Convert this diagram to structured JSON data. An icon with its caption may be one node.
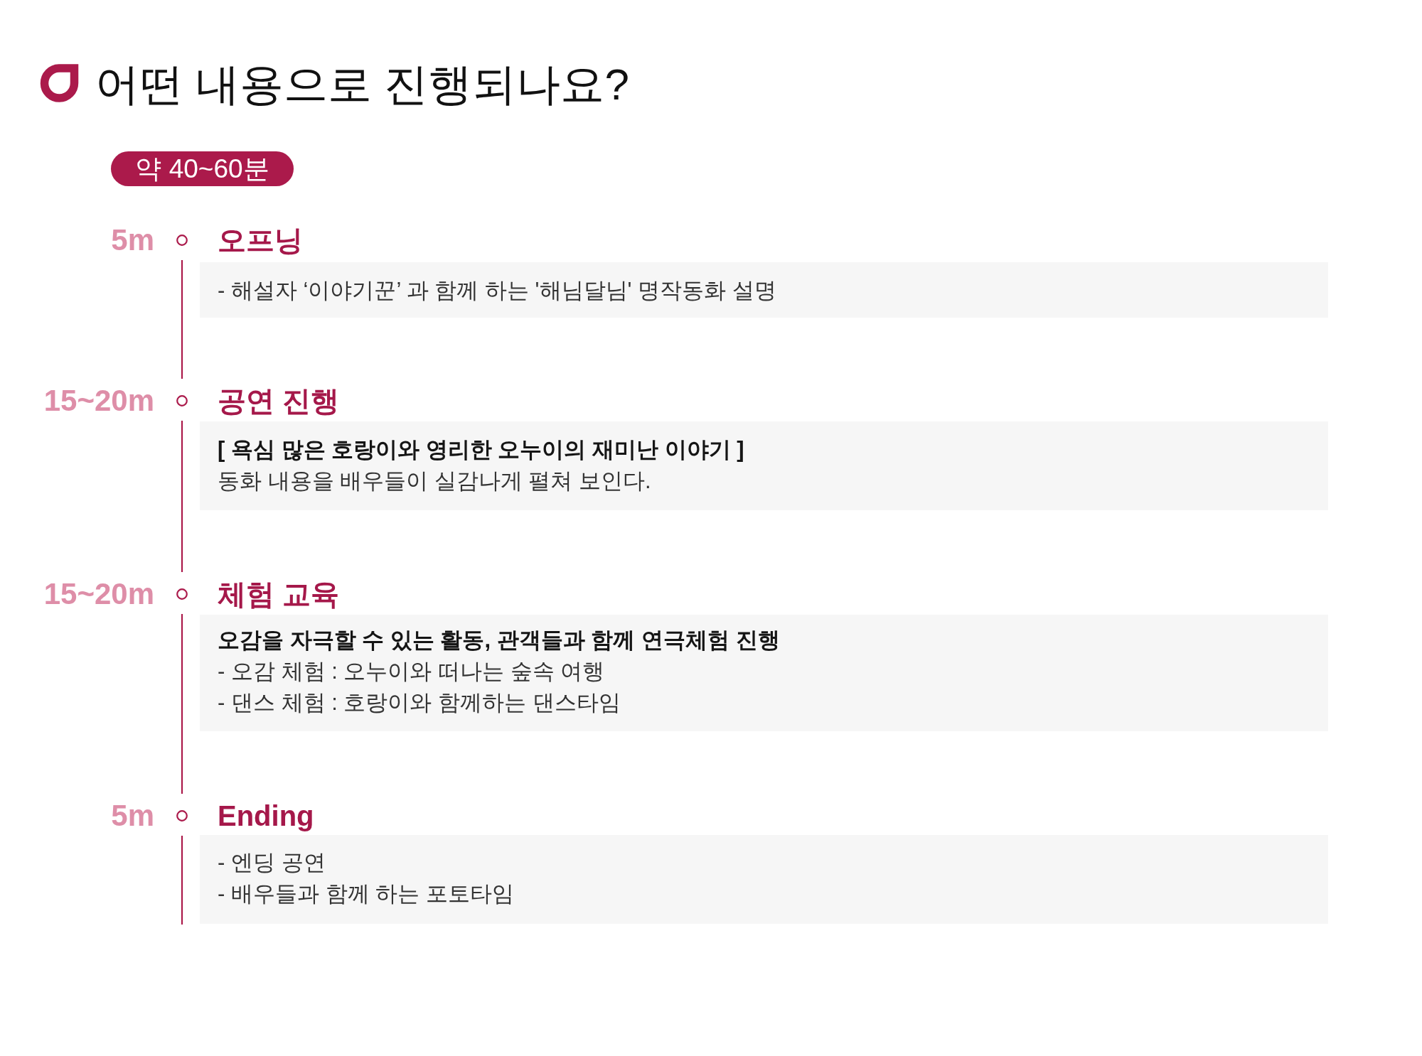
{
  "diagram": {
    "title": "어떤 내용으로 진행되나요?",
    "nodes": [
      {
        "text": [
          "약 40~60분"
        ]
      },
      {
        "text": [],
        "shape": "circle",
        "beside": [
          "5m"
        ]
      },
      {
        "text": [
          "오프닝",
          "- 해설자 ‘이야기꾼’ 과 함께 하는 '해님달님' 명작동화 설명"
        ]
      },
      {
        "text": [],
        "shape": "circle",
        "beside": [
          "15~20m"
        ]
      },
      {
        "text": [
          "공연 진행",
          "[ 욕심 많은 호랑이와 영리한 오누이의 재미난 이야기 ]",
          "동화 내용을 배우들이 실감나게 펼쳐 보인다."
        ]
      },
      {
        "text": [],
        "shape": "circle",
        "beside": [
          "15~20m"
        ]
      },
      {
        "text": [
          "체험 교육",
          "오감을 자극할 수 있는 활동, 관객들과 함께 연극체험 진행",
          "- 오감 체험 : 오누이와 떠나는 숲속 여행",
          "- 댄스 체험 : 호랑이와 함께하는 댄스타임"
        ]
      },
      {
        "text": [],
        "shape": "circle",
        "beside": [
          "5m"
        ]
      },
      {
        "text": [
          "Ending",
          "- 엔딩 공연",
          "- 배우들과 함께 하는 포토타임"
        ]
      }
    ],
    "edges": [
      {
        "from": 1,
        "to": 3,
        "arrow": "none"
      },
      {
        "from": 3,
        "to": 5,
        "arrow": "none"
      },
      {
        "from": 5,
        "to": 7,
        "arrow": "none"
      },
      {
        "from": 7,
        "to": null,
        "arrow": "none"
      }
    ]
  }
}
